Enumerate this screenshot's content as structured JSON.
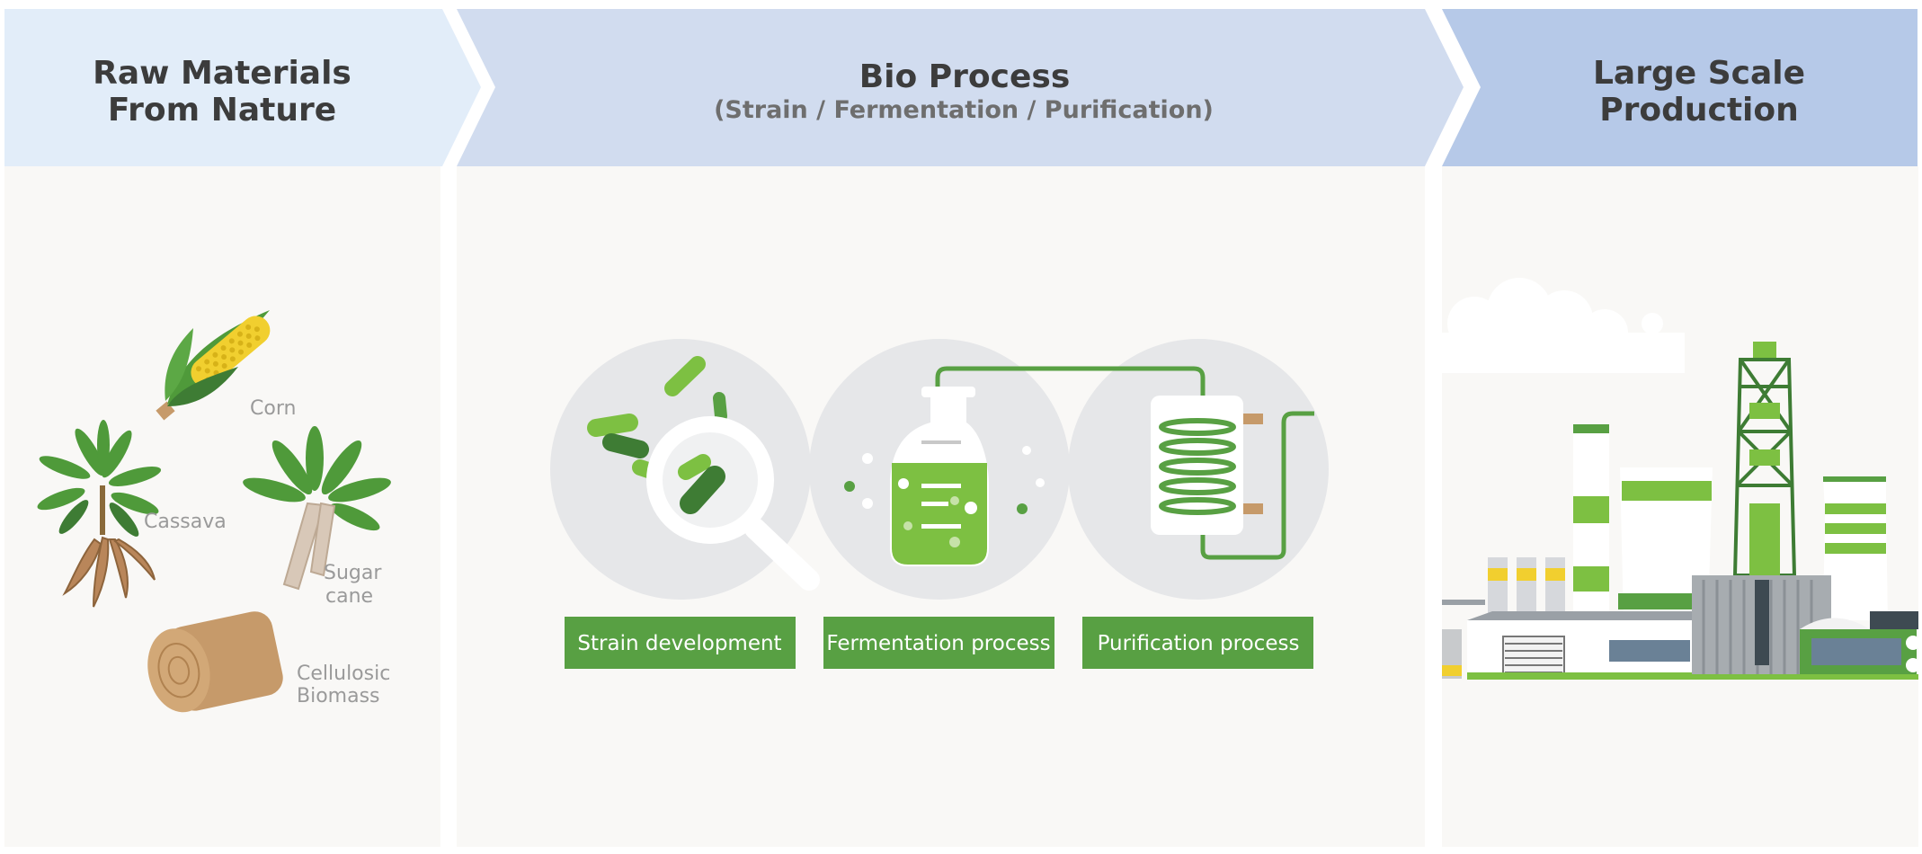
{
  "stages": [
    {
      "title_line1": "Raw Materials",
      "title_line2": "From Nature"
    },
    {
      "title_line1": "Bio Process",
      "subtitle": "(Strain / Fermentation / Purification)"
    },
    {
      "title_line1": "Large Scale",
      "title_line2": "Production"
    }
  ],
  "materials": {
    "corn": "Corn",
    "cassava": "Cassava",
    "sugar_line1": "Sugar",
    "sugar_line2": "cane",
    "biomass_line1": "Cellulosic",
    "biomass_line2": "Biomass"
  },
  "processes": [
    {
      "label": "Strain development",
      "icon": "magnifier-bacteria-icon"
    },
    {
      "label": "Fermentation process",
      "icon": "fermentation-flask-icon"
    },
    {
      "label": "Purification process",
      "icon": "purification-coil-icon"
    }
  ],
  "colors": {
    "header1": "#e2edf9",
    "header2": "#d1dcef",
    "header3": "#b6c9e8",
    "panel": "#f9f8f6",
    "circle": "#e6e7e9",
    "green": "#58a043",
    "lightGreen": "#7dc042",
    "darkGreen": "#3e7c34",
    "tan": "#c69a6a"
  }
}
